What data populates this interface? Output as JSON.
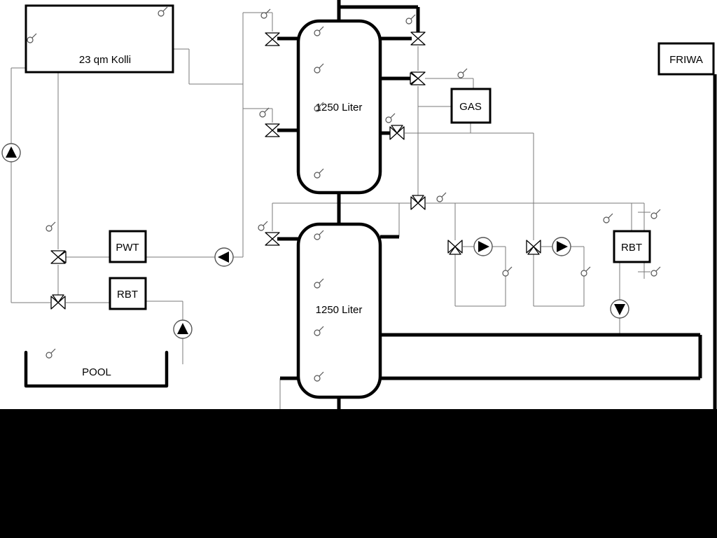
{
  "labels": {
    "collector": "23 qm Kolli",
    "tank1": "1250 Liter",
    "tank2": "1250 Liter",
    "gas": "GAS",
    "friwa": "FRIWA",
    "pwt": "PWT",
    "rbt_left": "RBT",
    "rbt_right": "RBT",
    "pool": "POOL"
  },
  "palette": {
    "pipe_gray": "#7a7a7a",
    "line_black": "#000000",
    "background": "#ffffff",
    "bottom_band": "#000000"
  }
}
